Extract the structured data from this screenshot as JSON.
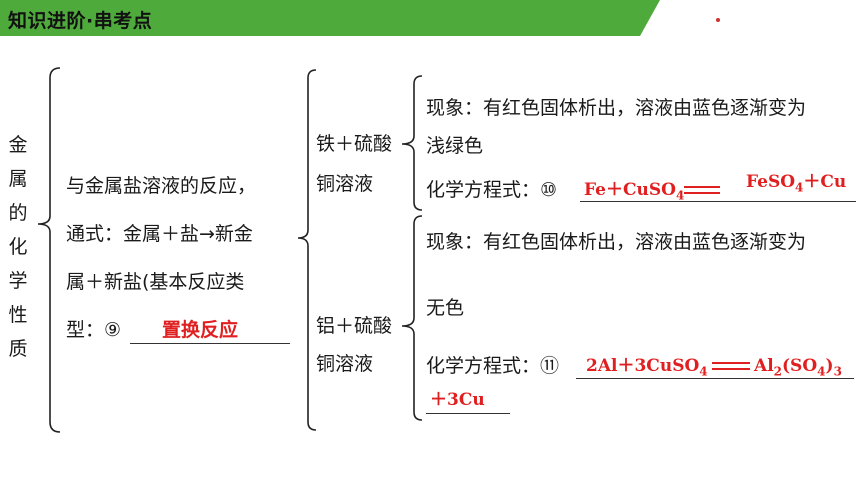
{
  "header": {
    "title": "知识进阶·串考点"
  },
  "left": {
    "vertical_chars": [
      "金",
      "属",
      "的",
      "化",
      "学",
      "性",
      "质"
    ]
  },
  "middle": {
    "line1": "与金属盐溶液的反应，",
    "line2": "通式：金属＋盐→新金",
    "line3": "属＋新盐(基本反应类",
    "line4_prefix": "型：⑨",
    "answer9": "置换反应"
  },
  "fe": {
    "label_line1": "铁＋硫酸",
    "label_line2": "铜溶液",
    "phenomenon_line1": "现象：有红色固体析出，溶液由蓝色逐渐变为",
    "phenomenon_line2": "浅绿色",
    "eq_prefix": "化学方程式：⑩",
    "eq_left_a": "Fe＋CuSO",
    "eq_left_sub": "4",
    "eq_right_a": "FeSO",
    "eq_right_sub": "4",
    "eq_right_b": "＋Cu"
  },
  "al": {
    "label_line1": "铝＋硫酸",
    "label_line2": "铜溶液",
    "phenomenon_line1": "现象：有红色固体析出，溶液由蓝色逐渐变为",
    "phenomenon_line2": "无色",
    "eq_prefix": "化学方程式：⑪",
    "eq_left_a": "2Al＋3CuSO",
    "eq_left_sub": "4",
    "eq_right_a": "Al",
    "eq_right_sub1": "2",
    "eq_right_b": "(SO",
    "eq_right_sub2": "4",
    "eq_right_c": ")",
    "eq_right_sub3": "3",
    "eq_line2": "＋3Cu"
  },
  "colors": {
    "banner_green": "#4faa3c",
    "answer_red": "#e02020"
  }
}
